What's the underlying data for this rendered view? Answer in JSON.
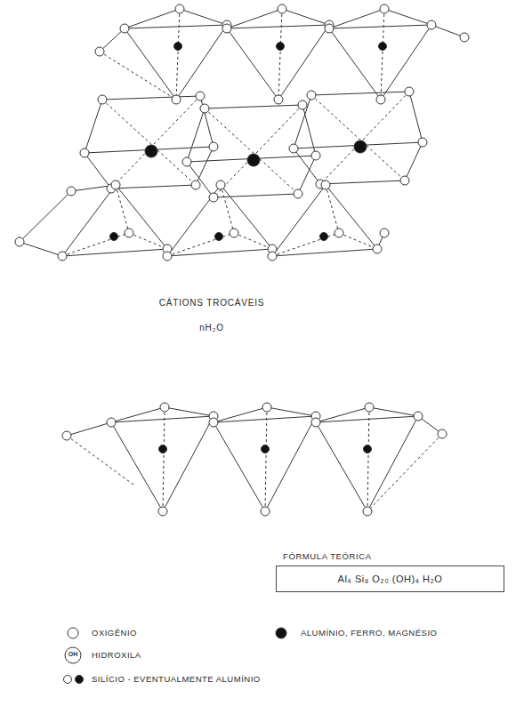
{
  "diagram": {
    "nodes": [
      {
        "text": [
          "FÓRMULA TEÓRICA",
          "Al₄ Si₈ O₂₀ (OH)₄ H₂O"
        ]
      }
    ],
    "labels": [
      "CÁTIONS TROCÁVEIS",
      "nH₂O",
      "OH"
    ],
    "legend": [
      {
        "text": "OXIGÊNIO"
      },
      {
        "text": "ALUMÍNIO, FERRO, MAGNÉSIO"
      },
      {
        "text": "HIDROXILA"
      },
      {
        "text": "SILÍCIO - EVENTUALMENTE ALUMÍNIO"
      }
    ]
  }
}
